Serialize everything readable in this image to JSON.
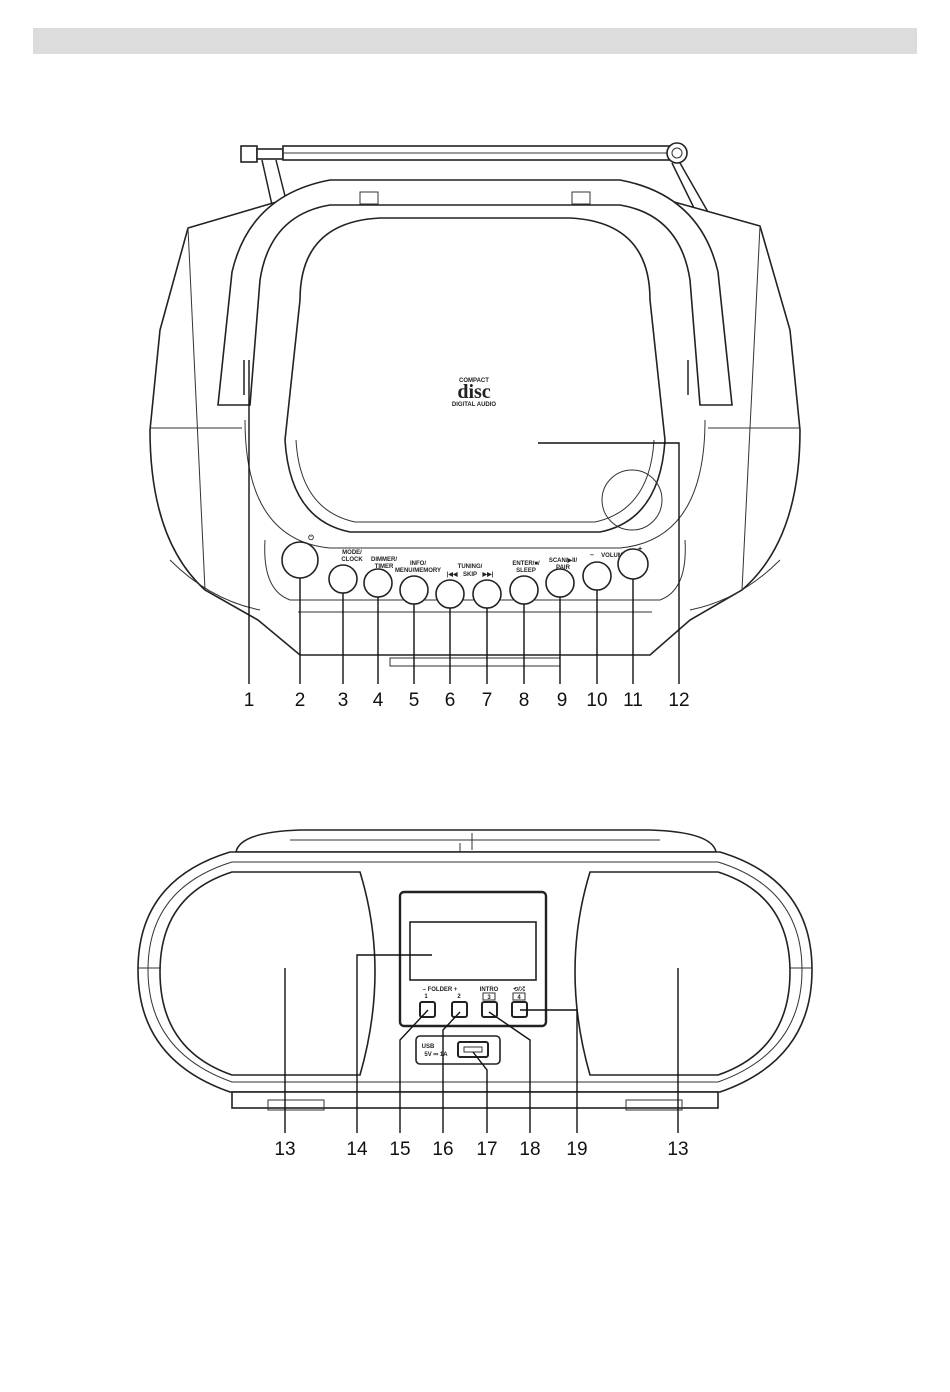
{
  "top_view": {
    "disc_logo": {
      "top": "COMPACT",
      "main": "disc",
      "bottom": "DIGITAL AUDIO"
    },
    "button_labels": {
      "power": "⏻",
      "mode": [
        "MODE/",
        "CLOCK"
      ],
      "dimmer": [
        "DIMMER/",
        "TIMER"
      ],
      "info": [
        "INFO/",
        "MENU/MEMORY"
      ],
      "tuning": [
        "TUNING/",
        "SKIP"
      ],
      "prev": "|◀◀",
      "next": "▶▶|",
      "enter": [
        "ENTER/■/",
        "SLEEP"
      ],
      "scan": [
        "SCAN/▶II/",
        "PAIR"
      ],
      "volume": "VOLUME",
      "vol_minus": "–",
      "vol_plus": "+"
    },
    "callouts": [
      "1",
      "2",
      "3",
      "4",
      "5",
      "6",
      "7",
      "8",
      "9",
      "10",
      "11",
      "12"
    ]
  },
  "front_view": {
    "panel_labels": {
      "folder": "– FOLDER +",
      "btn1": "1",
      "btn2": "2",
      "intro": "INTRO",
      "intro_badge": "3",
      "repeat_shuffle": "⟲/⤮",
      "repeat_badge": "4",
      "usb": "USB",
      "usb_rating": "5V ⎓ 1A"
    },
    "callouts": [
      "13",
      "14",
      "15",
      "16",
      "17",
      "18",
      "19",
      "13"
    ]
  },
  "colors": {
    "line": "#222222",
    "header_bar": "#dcdcdc",
    "background": "#ffffff"
  }
}
